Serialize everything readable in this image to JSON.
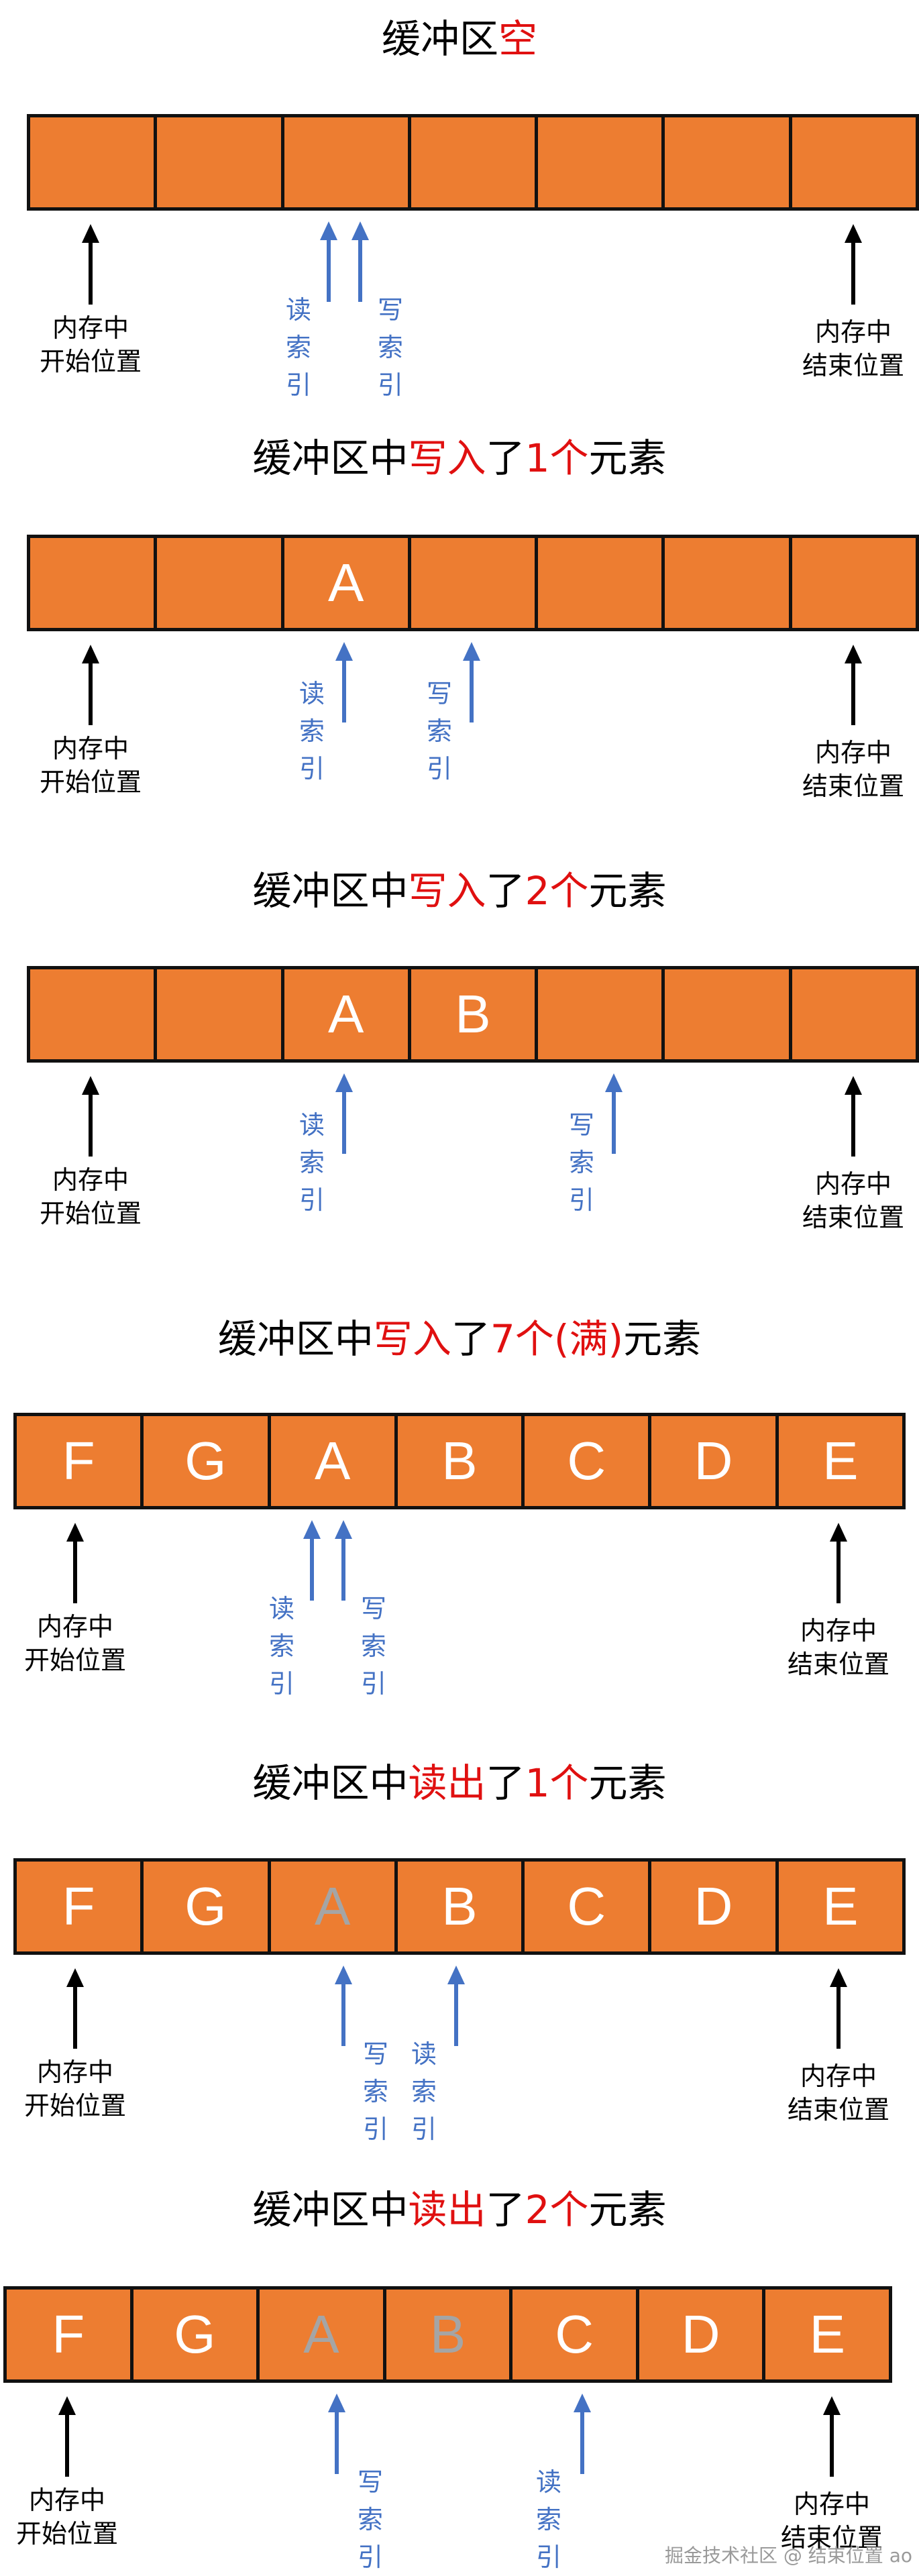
{
  "common": {
    "mem_start": [
      "内存中",
      "开始位置"
    ],
    "mem_end": [
      "内存中",
      "结束位置"
    ],
    "read_index": [
      "读",
      "索",
      "引"
    ],
    "write_index": [
      "写",
      "索",
      "引"
    ]
  },
  "panels": [
    {
      "title": {
        "prefix": "缓冲区",
        "highlight": "空",
        "mid": "",
        "count": "",
        "suffix": ""
      },
      "cells": [
        {
          "text": "",
          "state": "empty"
        },
        {
          "text": "",
          "state": "empty"
        },
        {
          "text": "",
          "state": "empty"
        },
        {
          "text": "",
          "state": "empty"
        },
        {
          "text": "",
          "state": "empty"
        },
        {
          "text": "",
          "state": "empty"
        },
        {
          "text": "",
          "state": "empty"
        }
      ]
    },
    {
      "title": {
        "prefix": "缓冲区中",
        "highlight": "写入",
        "mid": "了",
        "count": "1个",
        "suffix": "元素"
      },
      "cells": [
        {
          "text": "",
          "state": "empty"
        },
        {
          "text": "",
          "state": "empty"
        },
        {
          "text": "A",
          "state": "filled"
        },
        {
          "text": "",
          "state": "empty"
        },
        {
          "text": "",
          "state": "empty"
        },
        {
          "text": "",
          "state": "empty"
        },
        {
          "text": "",
          "state": "empty"
        }
      ]
    },
    {
      "title": {
        "prefix": "缓冲区中",
        "highlight": "写入",
        "mid": "了",
        "count": "2个",
        "suffix": "元素"
      },
      "cells": [
        {
          "text": "",
          "state": "empty"
        },
        {
          "text": "",
          "state": "empty"
        },
        {
          "text": "A",
          "state": "filled"
        },
        {
          "text": "B",
          "state": "filled"
        },
        {
          "text": "",
          "state": "empty"
        },
        {
          "text": "",
          "state": "empty"
        },
        {
          "text": "",
          "state": "empty"
        }
      ]
    },
    {
      "title": {
        "prefix": "缓冲区中",
        "highlight": "写入",
        "mid": "了",
        "count": "7个(满)",
        "suffix": "元素"
      },
      "cells": [
        {
          "text": "F",
          "state": "filled"
        },
        {
          "text": "G",
          "state": "filled"
        },
        {
          "text": "A",
          "state": "filled"
        },
        {
          "text": "B",
          "state": "filled"
        },
        {
          "text": "C",
          "state": "filled"
        },
        {
          "text": "D",
          "state": "filled"
        },
        {
          "text": "E",
          "state": "filled"
        }
      ]
    },
    {
      "title": {
        "prefix": "缓冲区中",
        "highlight": "读出",
        "mid": "了",
        "count": "1个",
        "suffix": "元素"
      },
      "cells": [
        {
          "text": "F",
          "state": "filled"
        },
        {
          "text": "G",
          "state": "filled"
        },
        {
          "text": "A",
          "state": "read"
        },
        {
          "text": "B",
          "state": "filled"
        },
        {
          "text": "C",
          "state": "filled"
        },
        {
          "text": "D",
          "state": "filled"
        },
        {
          "text": "E",
          "state": "filled"
        }
      ]
    },
    {
      "title": {
        "prefix": "缓冲区中",
        "highlight": "读出",
        "mid": "了",
        "count": "2个",
        "suffix": "元素"
      },
      "cells": [
        {
          "text": "F",
          "state": "filled"
        },
        {
          "text": "G",
          "state": "filled"
        },
        {
          "text": "A",
          "state": "read"
        },
        {
          "text": "B",
          "state": "read"
        },
        {
          "text": "C",
          "state": "filled"
        },
        {
          "text": "D",
          "state": "filled"
        },
        {
          "text": "E",
          "state": "filled"
        }
      ]
    }
  ],
  "watermark": "掘金技术社区 @ 结束位置 ao",
  "colors": {
    "cell_fill": "#ed7d31",
    "index_arrow": "#4472c4",
    "title_highlight": "#e01010",
    "read_cell_text": "#a5a5a5"
  }
}
